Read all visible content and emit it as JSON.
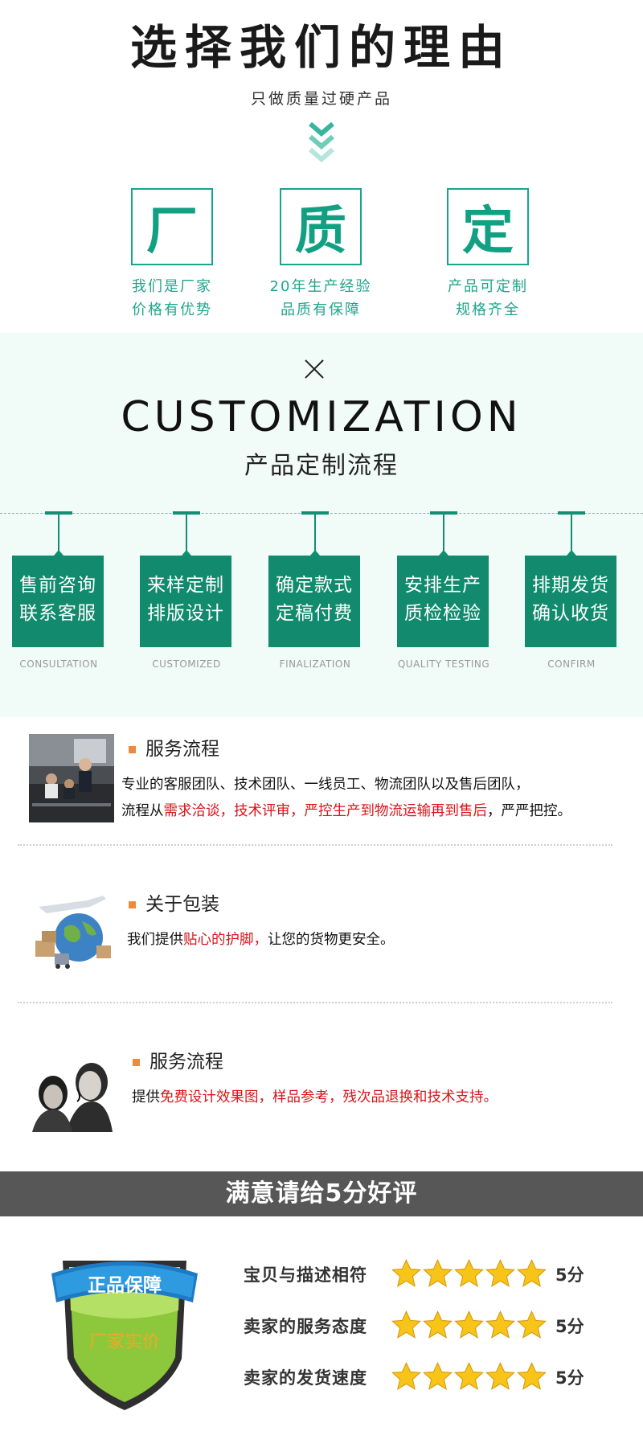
{
  "hero": {
    "title": "选择我们的理由",
    "subtitle": "只做质量过硬产品"
  },
  "reasons": [
    {
      "char": "厂",
      "line1": "我们是厂家",
      "line2": "价格有优势"
    },
    {
      "char": "质",
      "line1": "20年生产经验",
      "line2": "品质有保障"
    },
    {
      "char": "定",
      "line1": "产品可定制",
      "line2": "规格齐全"
    }
  ],
  "customization": {
    "title_en": "CUSTOMIZATION",
    "title_cn": "产品定制流程",
    "steps": [
      {
        "line1": "售前咨询",
        "line2": "联系客服",
        "label": "CONSULTATION"
      },
      {
        "line1": "来样定制",
        "line2": "排版设计",
        "label": "CUSTOMIZED"
      },
      {
        "line1": "确定款式",
        "line2": "定稿付费",
        "label": "FINALIZATION"
      },
      {
        "line1": "安排生产",
        "line2": "质检检验",
        "label": "QUALITY TESTING"
      },
      {
        "line1": "排期发货",
        "line2": "确认收货",
        "label": "CONFIRM"
      }
    ]
  },
  "services": [
    {
      "title": "服务流程",
      "line1": "专业的客服团队、技术团队、一线员工、物流团队以及售后团队，",
      "line2_a": "流程从",
      "line2_b": "需求洽谈，技术评审，严控生产到物流运输再到售后",
      "line2_c": "，严严把控。"
    },
    {
      "title": "关于包装",
      "line_a": "我们提供",
      "line_b": "贴心的护脚，",
      "line_c": "让您的货物更安全。"
    },
    {
      "title": "服务流程",
      "line_a": "提供",
      "line_b": "免费设计效果图，样品参考，残次品退换和技术支持。"
    }
  ],
  "rating": {
    "banner": "满意请给5分好评",
    "badge_top": "正品保障",
    "badge_bottom": "厂家实价",
    "rows": [
      {
        "label": "宝贝与描述相符",
        "stars": 5,
        "score": "5分"
      },
      {
        "label": "卖家的服务态度",
        "stars": 5,
        "score": "5分"
      },
      {
        "label": "卖家的发货速度",
        "stars": 5,
        "score": "5分"
      }
    ]
  },
  "colors": {
    "accent_teal": "#18a58e",
    "step_green": "#118a6d",
    "highlight_red": "#d8141b",
    "bullet_orange": "#f08a3a",
    "banner_gray": "#575757"
  }
}
